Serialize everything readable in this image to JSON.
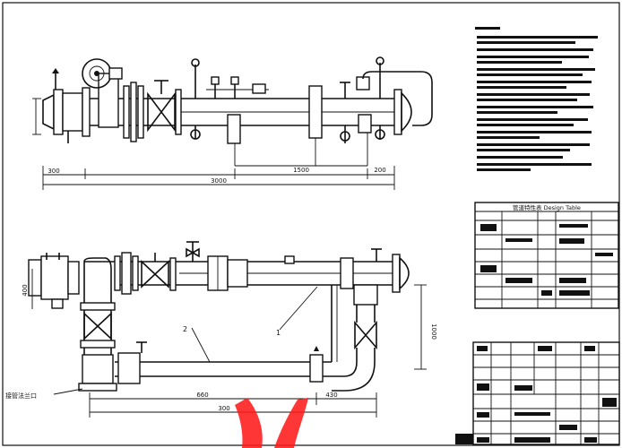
{
  "drawing": {
    "top_view": {
      "dim_total": "3000",
      "dim_seg1": "1500",
      "dim_seg2": "300",
      "dim_seg3": "200"
    },
    "front_view": {
      "callout_1": "1",
      "callout_2": "2",
      "dim_bottom_left": "660",
      "dim_bottom_right": "430",
      "dim_height": "1000",
      "dim_left_vertical": "400",
      "dim_lower_total": "300",
      "note_label": "接管法兰口"
    },
    "title_table": {
      "header": "管道特性表 Design Table"
    }
  }
}
